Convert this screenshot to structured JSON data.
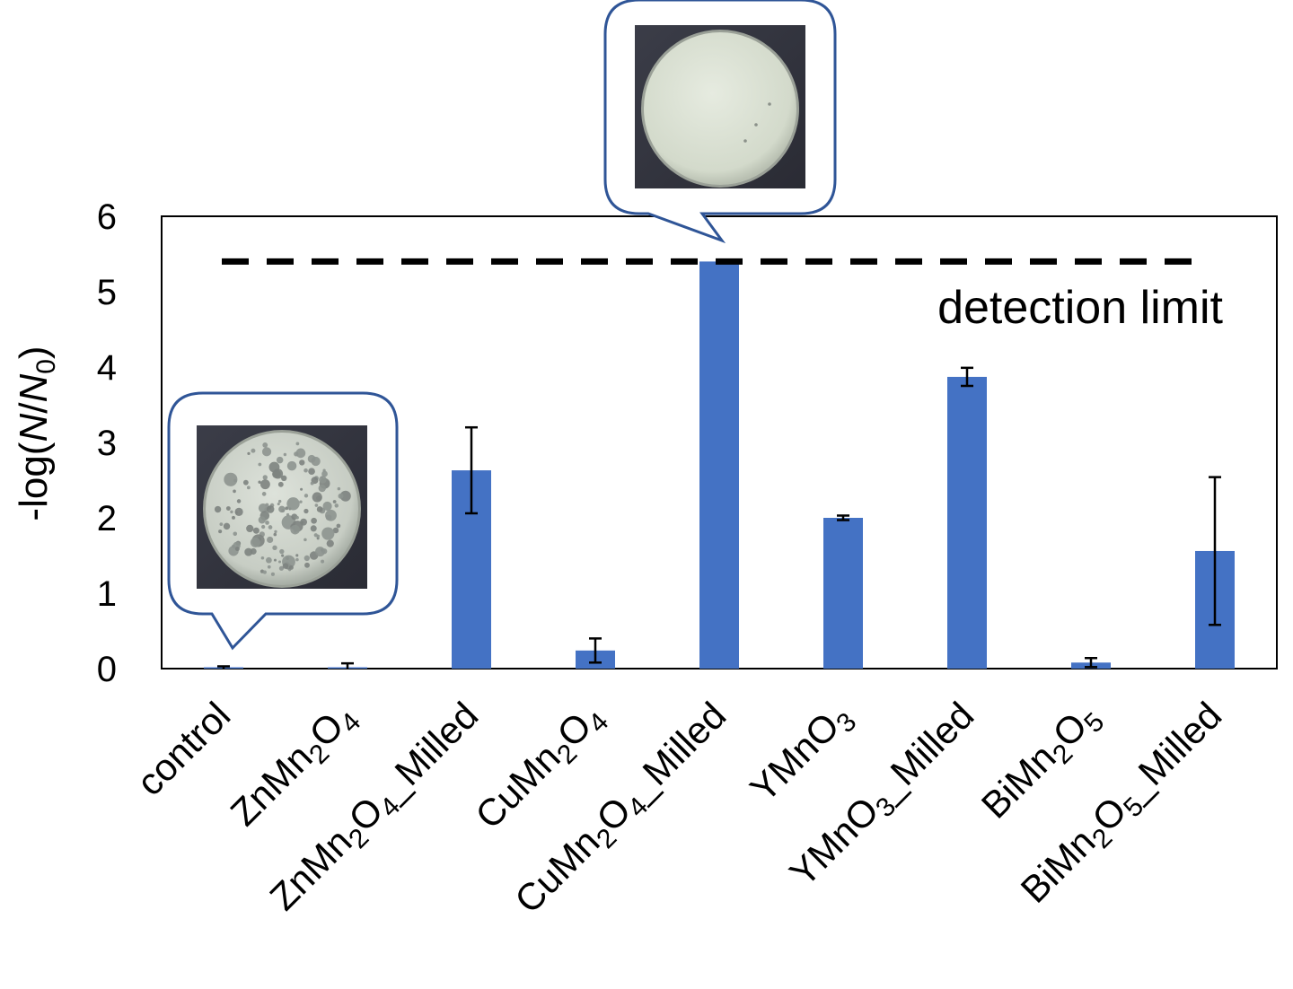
{
  "chart_data": {
    "type": "bar",
    "categories": [
      {
        "base": "control",
        "parts": []
      },
      {
        "base": "",
        "parts": [
          [
            "ZnMn",
            ""
          ],
          [
            "2",
            "sub"
          ],
          [
            "O",
            ""
          ],
          [
            "4",
            "sub"
          ]
        ]
      },
      {
        "base": "",
        "parts": [
          [
            "ZnMn",
            ""
          ],
          [
            "2",
            "sub"
          ],
          [
            "O",
            ""
          ],
          [
            "4",
            "sub"
          ],
          [
            "_Milled",
            ""
          ]
        ]
      },
      {
        "base": "",
        "parts": [
          [
            "CuMn",
            ""
          ],
          [
            "2",
            "sub"
          ],
          [
            "O",
            ""
          ],
          [
            "4",
            "sub"
          ]
        ]
      },
      {
        "base": "",
        "parts": [
          [
            "CuMn",
            ""
          ],
          [
            "2",
            "sub"
          ],
          [
            "O",
            ""
          ],
          [
            "4",
            "sub"
          ],
          [
            "_Milled",
            ""
          ]
        ]
      },
      {
        "base": "",
        "parts": [
          [
            "YMnO",
            ""
          ],
          [
            "3",
            "sub"
          ]
        ]
      },
      {
        "base": "",
        "parts": [
          [
            "YMnO",
            ""
          ],
          [
            "3",
            "sub"
          ],
          [
            "_Milled",
            ""
          ]
        ]
      },
      {
        "base": "",
        "parts": [
          [
            "BiMn",
            ""
          ],
          [
            "2",
            "sub"
          ],
          [
            "O",
            ""
          ],
          [
            "5",
            "sub"
          ]
        ]
      },
      {
        "base": "",
        "parts": [
          [
            "BiMn",
            ""
          ],
          [
            "2",
            "sub"
          ],
          [
            "O",
            ""
          ],
          [
            "5",
            "sub"
          ],
          [
            "_Milled",
            ""
          ]
        ]
      }
    ],
    "values": [
      0.0,
      0.0,
      2.63,
      0.24,
      5.4,
      2.0,
      3.87,
      0.08,
      1.56
    ],
    "errors": [
      0.03,
      0.07,
      0.57,
      0.16,
      0.0,
      0.03,
      0.12,
      0.06,
      0.98
    ],
    "ylim": [
      0,
      6
    ],
    "yticks": [
      "0",
      "1",
      "2",
      "3",
      "4",
      "5",
      "6"
    ],
    "ylabel_parts": [
      [
        "-log(",
        ""
      ],
      [
        "N",
        "italic"
      ],
      [
        "/",
        ""
      ],
      [
        "N",
        "italic"
      ],
      [
        "0",
        "sub"
      ],
      [
        ")",
        ""
      ]
    ],
    "detection_limit": 5.4,
    "annotation": "detection limit",
    "bar_color": "#4472c4",
    "callout_border_color": "#2f5597",
    "insets": [
      {
        "attached_to_category": 0,
        "content": "agar-plate-many-colonies"
      },
      {
        "attached_to_category": 4,
        "content": "agar-plate-clear"
      }
    ]
  }
}
